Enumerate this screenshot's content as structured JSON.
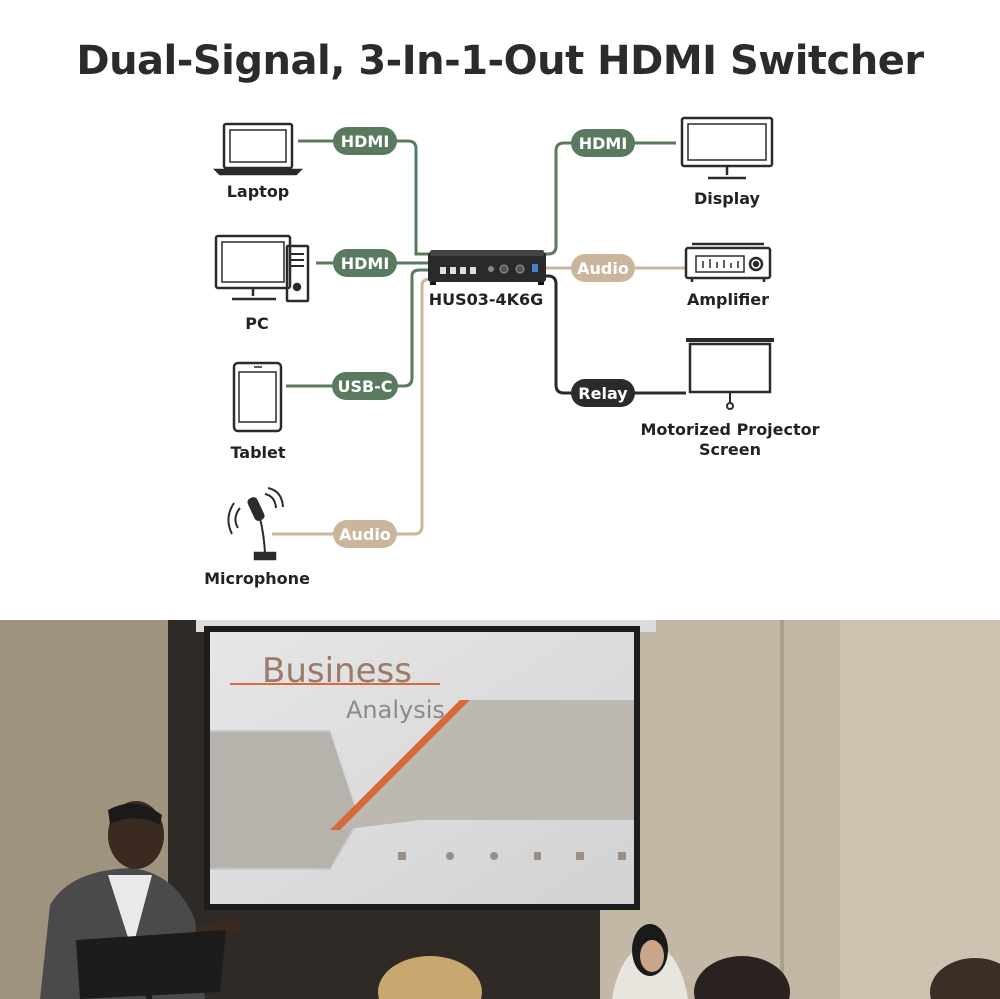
{
  "title": "Dual-Signal, 3-In-1-Out HDMI Switcher",
  "colors": {
    "hdmi": "#597a5e",
    "audio": "#c9b69d",
    "relay": "#2b2b2b"
  },
  "inputs": [
    {
      "label": "Laptop",
      "connector": "HDMI",
      "icon": "laptop-icon"
    },
    {
      "label": "PC",
      "connector": "HDMI",
      "icon": "desktop-pc-icon"
    },
    {
      "label": "Tablet",
      "connector": "USB-C",
      "icon": "tablet-icon"
    },
    {
      "label": "Microphone",
      "connector": "Audio",
      "icon": "microphone-icon"
    }
  ],
  "device": {
    "label": "HUS03-4K6G",
    "icon": "hdmi-switcher-device"
  },
  "outputs": [
    {
      "label": "Display",
      "connector": "HDMI",
      "icon": "monitor-icon"
    },
    {
      "label": "Amplifier",
      "connector": "Audio",
      "icon": "amplifier-icon"
    },
    {
      "label_line1": "Motorized Projector",
      "label_line2": "Screen",
      "connector": "Relay",
      "icon": "projector-screen-icon"
    }
  ],
  "photo": {
    "slide_title": "Business",
    "slide_subtitle": "Analysis"
  }
}
